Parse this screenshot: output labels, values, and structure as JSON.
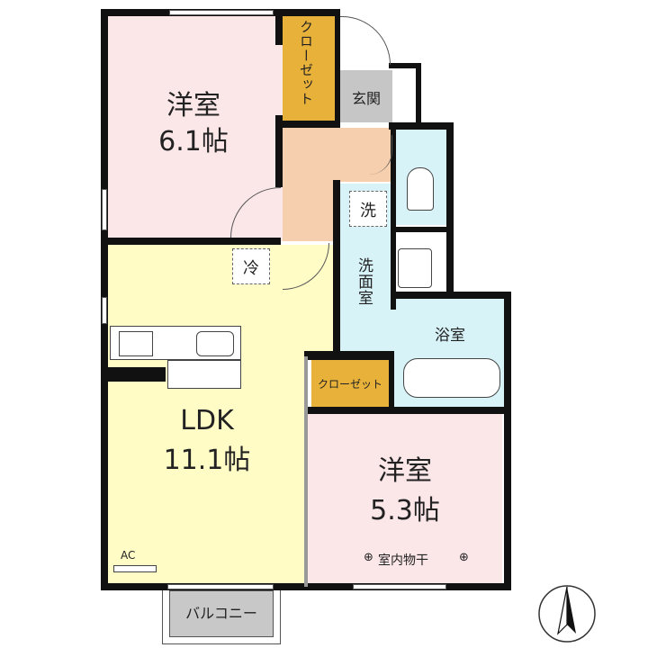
{
  "rooms": {
    "western_room_1": {
      "name": "洋室",
      "size": "6.1帖"
    },
    "closet_1": {
      "name": "クローゼット"
    },
    "entrance": {
      "name": "玄関"
    },
    "washing_machine": {
      "name": "洗"
    },
    "refrigerator": {
      "name": "冷"
    },
    "washroom": {
      "name": "洗面室"
    },
    "bathroom": {
      "name": "浴室"
    },
    "closet_2": {
      "name": "クローゼット"
    },
    "ldk": {
      "name": "LDK",
      "size": "11.1帖"
    },
    "western_room_2": {
      "name": "洋室",
      "size": "5.3帖",
      "note": "室内物干"
    },
    "air_conditioner": {
      "name": "AC"
    },
    "balcony": {
      "name": "バルコニー"
    }
  },
  "colors": {
    "western_room": "#fbe6e8",
    "closet": "#e8b23a",
    "entrance": "#c6c6c6",
    "hall": "#f5cfae",
    "wet_area": "#d8f3f8",
    "ldk": "#fffcc6",
    "balcony": "#c8c8c8"
  }
}
